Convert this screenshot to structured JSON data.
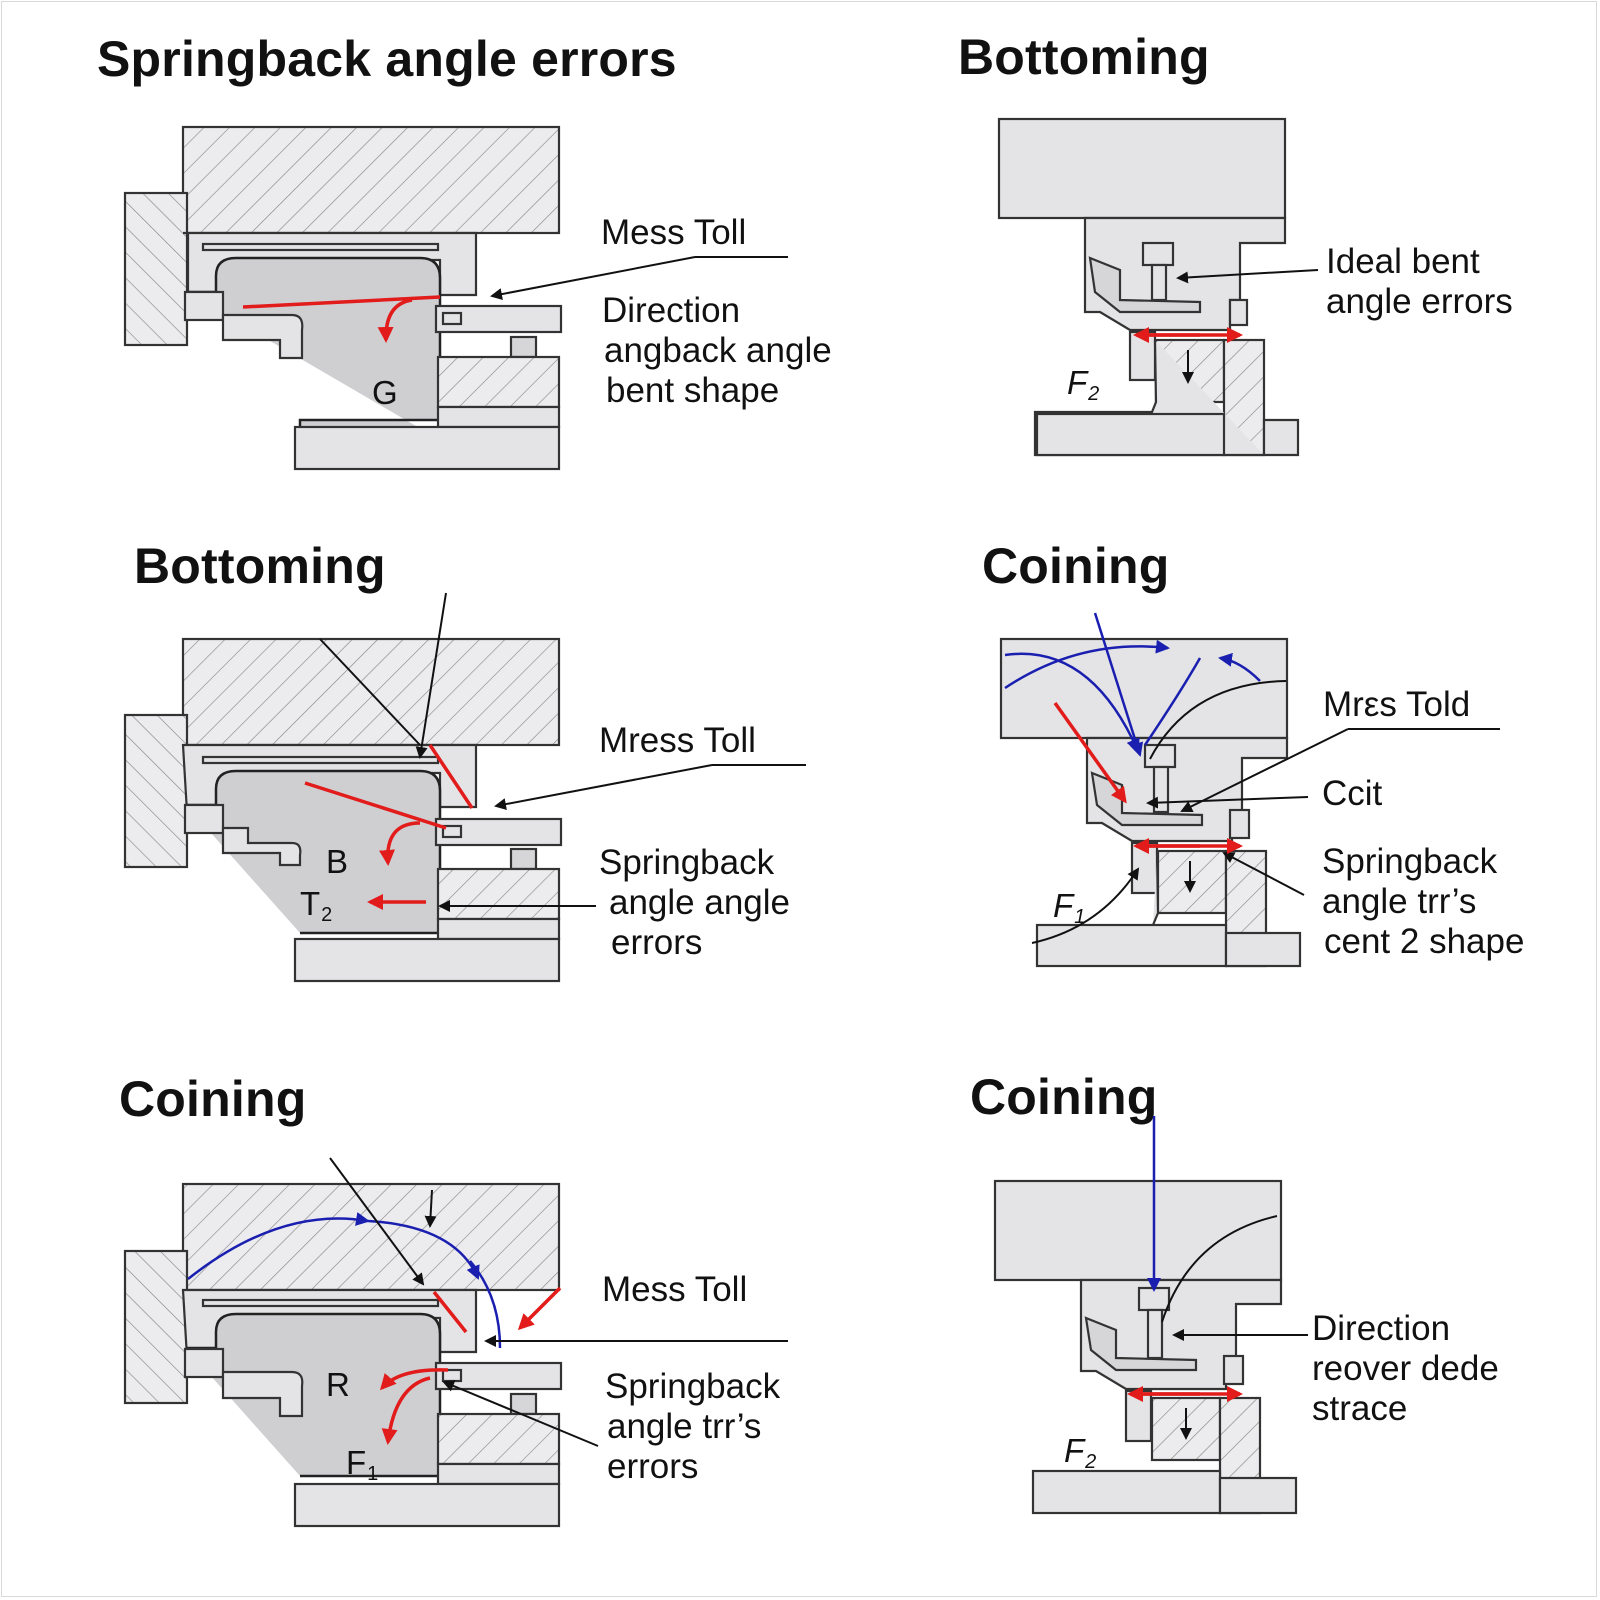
{
  "panels": [
    {
      "title": "Springback angle errors",
      "labels": [
        "Mess Toll",
        "Direction",
        "angback angle",
        "bent shape"
      ],
      "glyphs": {
        "g": "G"
      }
    },
    {
      "title": "Bottoming",
      "labels": [
        "Ideal bent",
        "angle errors"
      ],
      "glyphs": {
        "f": "F",
        "f_sub": "2"
      }
    },
    {
      "title": "Bottoming",
      "labels": [
        "Mress Toll",
        "Springback",
        "angle angle",
        "errors"
      ],
      "glyphs": {
        "b": "B",
        "t": "T",
        "t_sub": "2"
      }
    },
    {
      "title": "Coining",
      "labels": [
        "Mrεs Told",
        "Ccit",
        "Springback",
        "angle trr’s",
        "cent 2 shape"
      ],
      "glyphs": {
        "f": "F",
        "f_sub": "1"
      }
    },
    {
      "title": "Coining",
      "labels": [
        "Mess Toll",
        "Springback",
        "angle trr’s",
        "errors"
      ],
      "glyphs": {
        "r": "R",
        "f": "F",
        "f_sub": "1"
      }
    },
    {
      "title": "Coining",
      "labels": [
        "Direction",
        "reover dede",
        "strace"
      ],
      "glyphs": {
        "f": "F",
        "f_sub": "2"
      }
    }
  ],
  "colors": {
    "force_arrow": "#e21b1b",
    "flow_arrow": "#1a1fb0",
    "steel": "#e4e4e6",
    "outline": "#333333"
  }
}
